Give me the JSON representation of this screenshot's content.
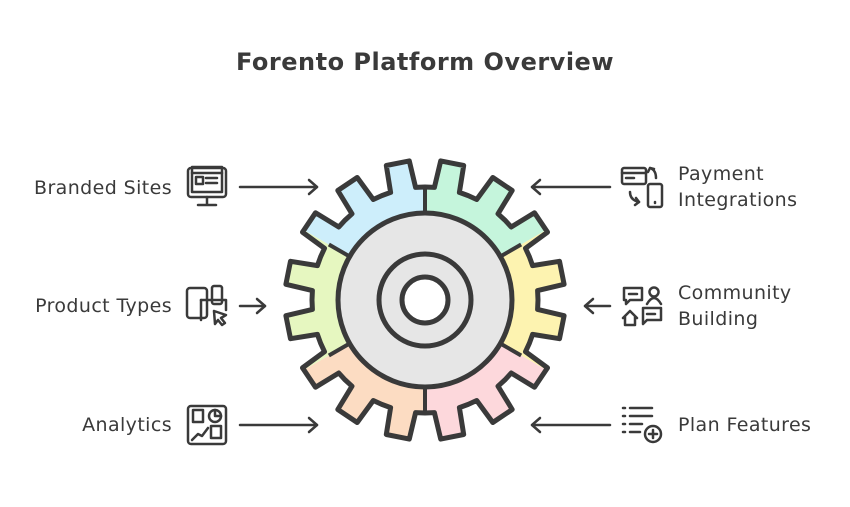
{
  "title": "Forento Platform Overview",
  "center": {
    "label": "",
    "icon": "gear-icon"
  },
  "items": [
    {
      "label": "Branded Sites",
      "icon": "website-monitor-icon",
      "side": "left",
      "color": "#cdeefb"
    },
    {
      "label": "Product Types",
      "icon": "devices-cursor-icon",
      "side": "left",
      "color": "#e6f7c0"
    },
    {
      "label": "Analytics",
      "icon": "dashboard-chart-icon",
      "side": "left",
      "color": "#fcdcc2"
    },
    {
      "label": "Payment Integrations",
      "line1": "Payment",
      "line2": "Integrations",
      "icon": "card-phone-exchange-icon",
      "side": "right",
      "color": "#c5f5dc"
    },
    {
      "label": "Community Building",
      "line1": "Community",
      "line2": "Building",
      "icon": "chat-user-home-icon",
      "side": "right",
      "color": "#fdf3b0"
    },
    {
      "label": "Plan Features",
      "icon": "list-add-icon",
      "side": "right",
      "color": "#fdd8dc"
    }
  ],
  "colors": {
    "stroke": "#3a3a3a",
    "hub": "#e6e6e6"
  }
}
